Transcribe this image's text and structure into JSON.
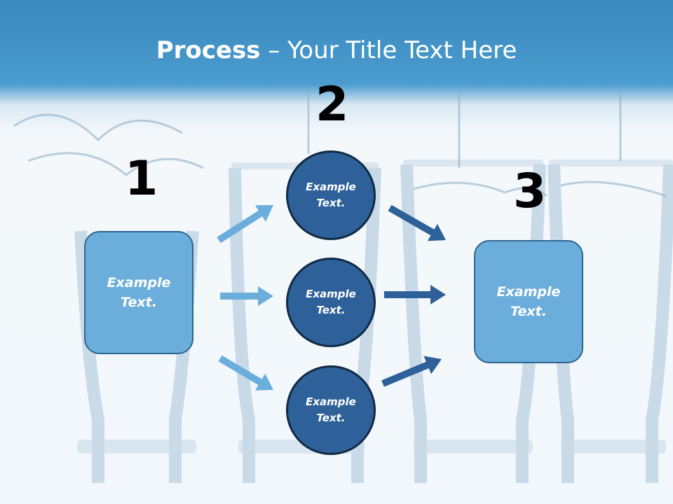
{
  "title": {
    "bold": "Process",
    "rest": " – Your Title Text Here"
  },
  "steps": [
    {
      "number": "1",
      "label": "Example\nText."
    },
    {
      "number": "2",
      "circles": [
        "Example\nText.",
        "Example\nText.",
        "Example\nText."
      ]
    },
    {
      "number": "3",
      "label": "Example\nText."
    }
  ],
  "colors": {
    "box_fill": "#6baedb",
    "circle_fill": "#2e6199",
    "arrow_light": "#6baedb",
    "arrow_dark": "#2e6199",
    "header": "#4a9ccf"
  }
}
